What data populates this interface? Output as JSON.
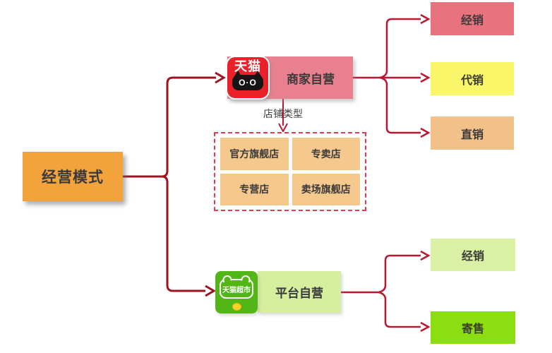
{
  "root": {
    "label": "经营模式"
  },
  "merchant": {
    "logo": {
      "brand": "天猫",
      "eyes": "O·O"
    },
    "label": "商家自营",
    "store_type_label": "店铺类型",
    "store_types": [
      "官方旗舰店",
      "专卖店",
      "专营店",
      "卖场旗舰店"
    ],
    "modes": [
      {
        "label": "经销",
        "color": "#e8737f"
      },
      {
        "label": "代销",
        "color": "#faf669"
      },
      {
        "label": "直销",
        "color": "#f2c089"
      }
    ]
  },
  "platform": {
    "logo": {
      "brand": "天猫超市"
    },
    "label": "平台自营",
    "modes": [
      {
        "label": "经销",
        "color": "#d9f0a5"
      },
      {
        "label": "寄售",
        "color": "#8cdd12"
      }
    ]
  },
  "colors": {
    "root_box": "#f2a33c",
    "merchant_box": "#e8808f",
    "platform_box": "#d6ef9f",
    "store_type_cell": "#f5c88e",
    "dashed_border": "#e83a4d",
    "tmall_red": "#e8212b",
    "supermarket_green": "#52b616",
    "tree_line": "#9e1422",
    "branch_line": "#bb1830",
    "text_dark": "#3a3a3a"
  }
}
